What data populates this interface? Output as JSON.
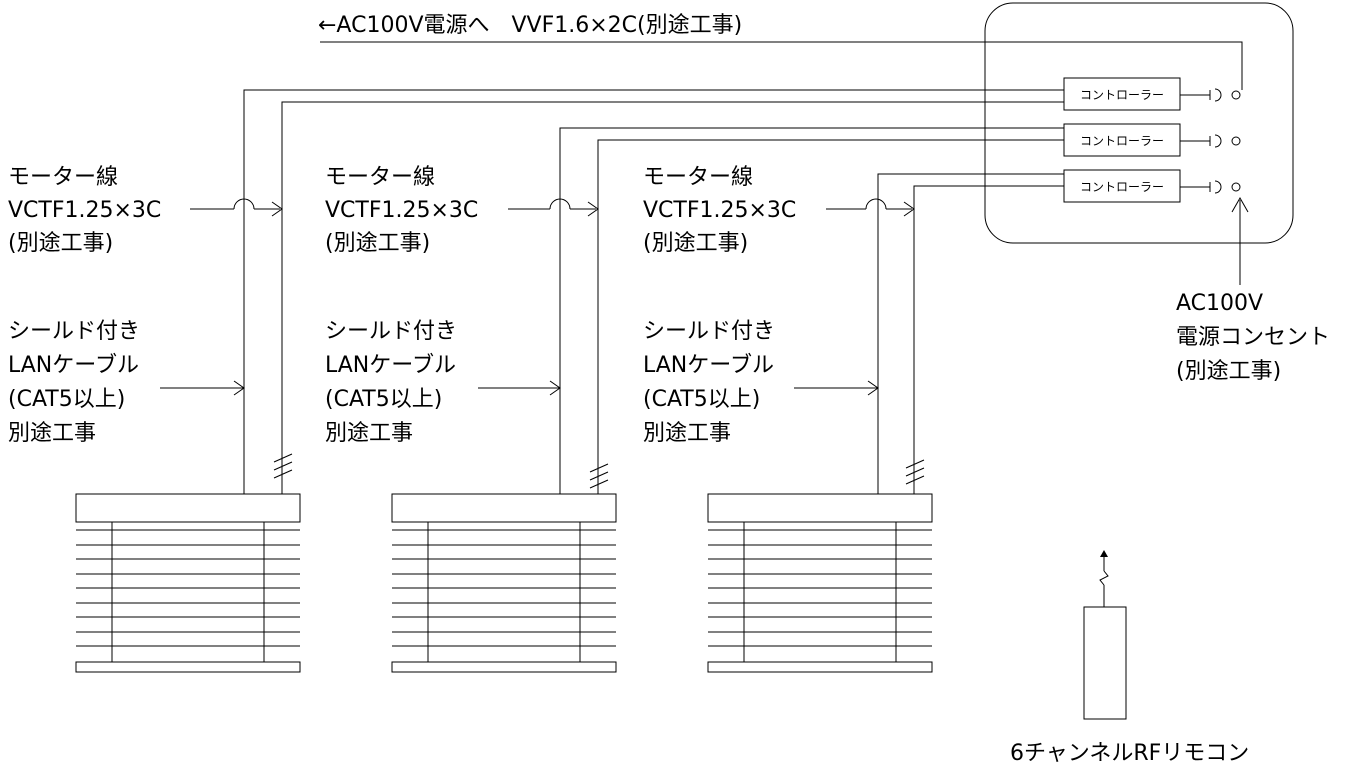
{
  "top_label": "←AC100V電源へ　VVF1.6×2C(別途工事)",
  "controllers": [
    "コントローラー",
    "コントローラー",
    "コントローラー"
  ],
  "units": [
    {
      "motor_line": [
        "モーター線",
        "VCTF1.25×3C",
        "(別途工事)"
      ],
      "lan_cable": [
        "シールド付き",
        "LANケーブル",
        "(CAT5以上)",
        "別途工事"
      ]
    },
    {
      "motor_line": [
        "モーター線",
        "VCTF1.25×3C",
        "(別途工事)"
      ],
      "lan_cable": [
        "シールド付き",
        "LANケーブル",
        "(CAT5以上)",
        "別途工事"
      ]
    },
    {
      "motor_line": [
        "モーター線",
        "VCTF1.25×3C",
        "(別途工事)"
      ],
      "lan_cable": [
        "シールド付き",
        "LANケーブル",
        "(CAT5以上)",
        "別途工事"
      ]
    }
  ],
  "outlet_label": [
    "AC100V",
    "電源コンセント",
    "(別途工事)"
  ],
  "remote_label": "6チャンネルRFリモコン"
}
